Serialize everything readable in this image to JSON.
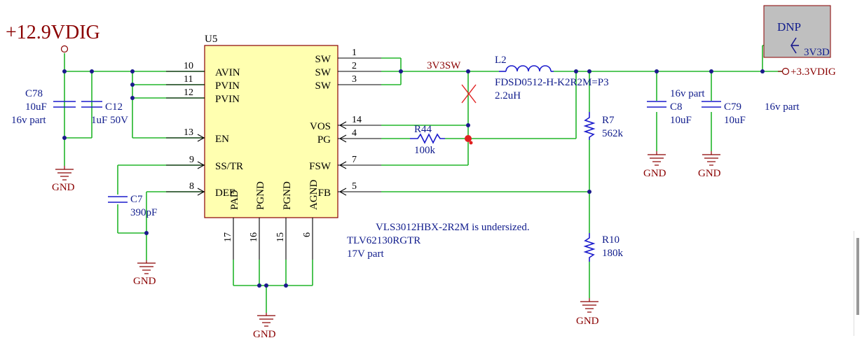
{
  "supply": {
    "input_rail": "+12.9VDIG",
    "output_rail": "+3.3VDIG",
    "ground": "GND"
  },
  "ic": {
    "designator": "U5",
    "left_pins": [
      {
        "num": "10",
        "name": "AVIN"
      },
      {
        "num": "11",
        "name": "PVIN"
      },
      {
        "num": "12",
        "name": "PVIN"
      },
      {
        "num": "13",
        "name": "EN"
      },
      {
        "num": "9",
        "name": "SS/TR"
      },
      {
        "num": "8",
        "name": "DEF"
      }
    ],
    "right_pins": [
      {
        "num": "1",
        "name": "SW"
      },
      {
        "num": "2",
        "name": "SW"
      },
      {
        "num": "3",
        "name": "SW"
      },
      {
        "num": "14",
        "name": "VOS"
      },
      {
        "num": "4",
        "name": "PG"
      },
      {
        "num": "7",
        "name": "FSW"
      },
      {
        "num": "5",
        "name": "FB"
      }
    ],
    "bottom_pins": [
      {
        "num": "17",
        "name": "PAD"
      },
      {
        "num": "16",
        "name": "PGND"
      },
      {
        "num": "15",
        "name": "PGND"
      },
      {
        "num": "6",
        "name": "AGND"
      }
    ]
  },
  "components": {
    "C78": {
      "ref": "C78",
      "value": "10uF",
      "note": "16v part"
    },
    "C12": {
      "ref": "C12",
      "value": "1uF 50V"
    },
    "C7": {
      "ref": "C7",
      "value": "390pF"
    },
    "R44": {
      "ref": "R44",
      "value": "100k"
    },
    "L2": {
      "ref": "L2",
      "part": "FDSD0512-H-K2R2M=P3",
      "value": "2.2uH"
    },
    "R7": {
      "ref": "R7",
      "value": "562k"
    },
    "R10": {
      "ref": "R10",
      "value": "180k"
    },
    "C8": {
      "ref": "C8",
      "value": "10uF",
      "note": "16v part"
    },
    "C79": {
      "ref": "C79",
      "value": "10uF",
      "note": "16v part"
    }
  },
  "net_labels": {
    "sw_net": "3V3SW",
    "testpoint_net": "3V3D",
    "dnp": "DNP"
  },
  "notes": [
    "VLS3012HBX-2R2M is undersized.",
    "TLV62130RGTR",
    "17V part"
  ],
  "colors": {
    "wire": "#22b52a",
    "symbol": "#8a0000",
    "text": "#101c8c",
    "ic_fill": "#ffffb0",
    "dnp_fill": "#bfbfbf",
    "error_mark": "#e02020"
  }
}
